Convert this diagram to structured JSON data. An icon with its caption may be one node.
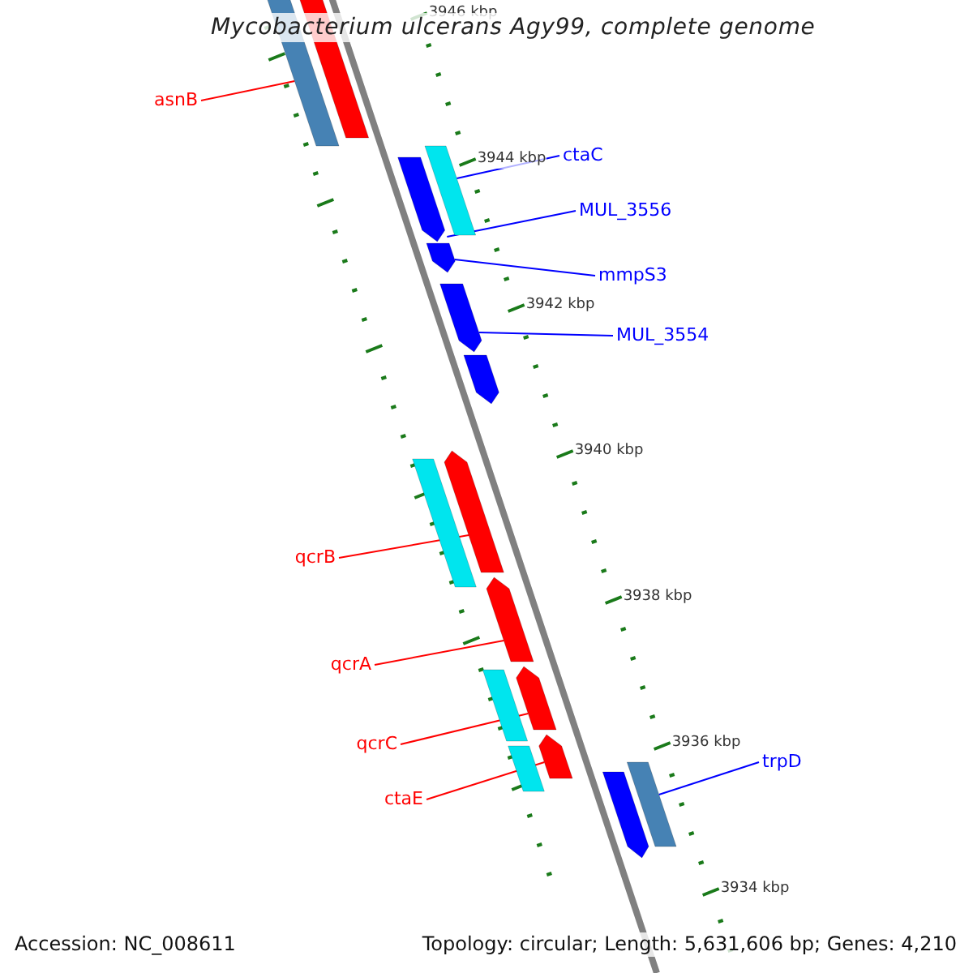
{
  "diagram": {
    "title": "Mycobacterium ulcerans Agy99, complete genome",
    "nodes": [
      {
        "text": [
          "asnB"
        ]
      },
      {
        "text": [],
        "shape": "bar"
      },
      {
        "text": [],
        "shape": "bar"
      },
      {
        "text": [],
        "shape": "bar"
      },
      {
        "text": [],
        "shape": "bar"
      },
      {
        "text": [
          "ctaC"
        ]
      },
      {
        "text": [
          "MUL_3556"
        ]
      },
      {
        "text": [],
        "shape": "bar"
      },
      {
        "text": [
          "mmpS3"
        ]
      },
      {
        "text": [],
        "shape": "bar"
      },
      {
        "text": [
          "MUL_3554"
        ]
      },
      {
        "text": [],
        "shape": "bar"
      },
      {
        "text": [],
        "shape": "bar"
      },
      {
        "text": [],
        "shape": "bar"
      },
      {
        "text": [
          "qcrB"
        ]
      },
      {
        "text": [],
        "shape": "bar"
      },
      {
        "text": [
          "qcrA"
        ]
      },
      {
        "text": [],
        "shape": "bar"
      },
      {
        "text": [],
        "shape": "bar"
      },
      {
        "text": [
          "qcrC"
        ]
      },
      {
        "text": [],
        "shape": "bar"
      },
      {
        "text": [],
        "shape": "bar"
      },
      {
        "text": [
          "ctaE"
        ]
      },
      {
        "text": [],
        "shape": "bar"
      },
      {
        "text": [],
        "shape": "bar"
      },
      {
        "text": [
          "trpD"
        ]
      }
    ],
    "edges": [
      {
        "from": 0,
        "to": 1,
        "arrow": "none",
        "color": "#ff0000"
      },
      {
        "from": 5,
        "to": 4,
        "arrow": "none",
        "color": "#0000ff"
      },
      {
        "from": 6,
        "to": 3,
        "arrow": "none",
        "color": "#0000ff"
      },
      {
        "from": 8,
        "to": 7,
        "arrow": "none",
        "color": "#0000ff"
      },
      {
        "from": 10,
        "to": 9,
        "arrow": "none",
        "color": "#0000ff"
      },
      {
        "from": 14,
        "to": 12,
        "arrow": "none",
        "color": "#ff0000"
      },
      {
        "from": 16,
        "to": 15,
        "arrow": "none",
        "color": "#ff0000"
      },
      {
        "from": 19,
        "to": 17,
        "arrow": "none",
        "color": "#ff0000"
      },
      {
        "from": 22,
        "to": 20,
        "arrow": "none",
        "color": "#ff0000"
      },
      {
        "from": 25,
        "to": 24,
        "arrow": "none",
        "color": "#0000ff"
      }
    ],
    "labels": [
      "3946 kbp",
      "3944 kbp",
      "3942 kbp",
      "3940 kbp",
      "3938 kbp",
      "3936 kbp",
      "3934 kbp",
      "Accession: NC_008611",
      "Topology: circular; Length: 5,631,606 bp; Genes: 4,210"
    ]
  }
}
